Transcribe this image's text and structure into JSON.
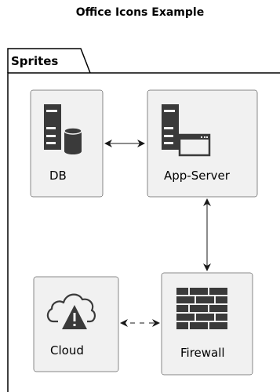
{
  "title": "Office Icons Example",
  "package": {
    "label": "Sprites"
  },
  "nodes": {
    "db": {
      "label": "DB",
      "icon": "database-server-icon"
    },
    "app_server": {
      "label": "App-Server",
      "icon": "application-server-icon"
    },
    "cloud": {
      "label": "Cloud",
      "icon": "cloud-warning-icon"
    },
    "firewall": {
      "label": "Firewall",
      "icon": "firewall-icon"
    }
  },
  "edges": [
    {
      "from": "DB",
      "to": "App-Server",
      "arrows": "both"
    },
    {
      "from": "App-Server",
      "to": "Firewall",
      "arrows": "both"
    },
    {
      "from": "Cloud",
      "to": "Firewall",
      "arrows": "both"
    }
  ],
  "colors": {
    "node_fill": "#f1f1f1",
    "node_stroke": "#181818",
    "icon_dark": "#3a3a3a",
    "package_stroke": "#000000"
  }
}
